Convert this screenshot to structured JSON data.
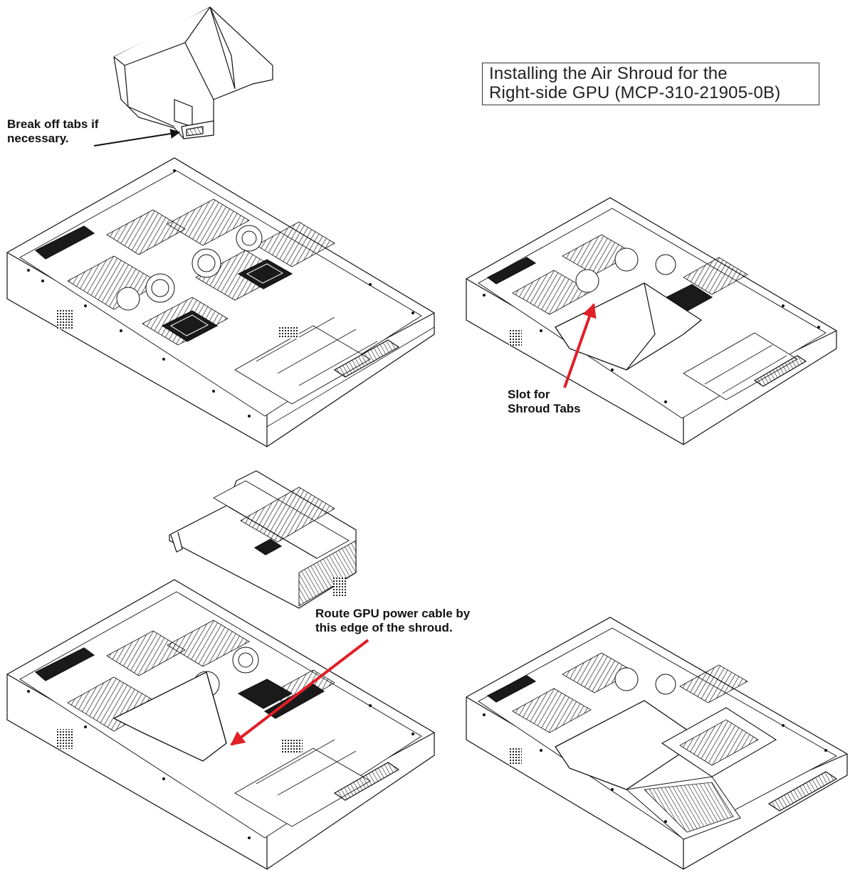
{
  "title": {
    "line1": "Installing the Air Shroud for the",
    "line2": "Right-side GPU (MCP-310-21905-0B)"
  },
  "callouts": {
    "break_tabs": {
      "line1": "Break off tabs if",
      "line2": "necessary."
    },
    "slot_tabs": {
      "line1": "Slot for",
      "line2": "Shroud Tabs"
    },
    "route_cable": {
      "line1": "Route GPU power cable by",
      "line2": "this edge of the shroud."
    }
  },
  "colors": {
    "line": "#111111",
    "arrow_red": "#e21e26",
    "ink_fill": "#1a1a1a"
  }
}
